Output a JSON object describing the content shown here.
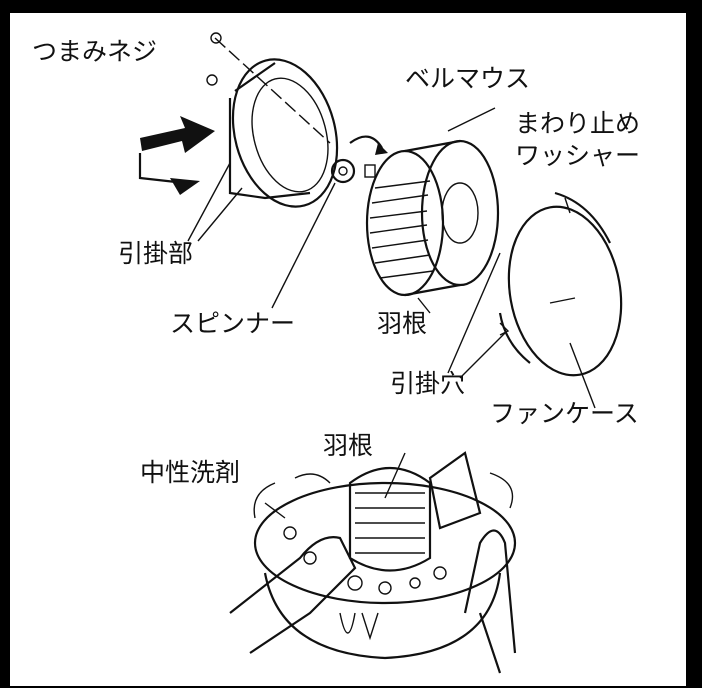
{
  "labels": {
    "knob_screw": "つまみネジ",
    "bell_mouth": "ベルマウス",
    "anti_rotation_washer_1": "まわり止め",
    "anti_rotation_washer_2": "ワッシャー",
    "hook_part": "引掛部",
    "spinner": "スピンナー",
    "blade_top": "羽根",
    "hook_hole": "引掛穴",
    "fan_case": "ファンケース",
    "blade_bottom": "羽根",
    "neutral_detergent": "中性洗剤"
  }
}
